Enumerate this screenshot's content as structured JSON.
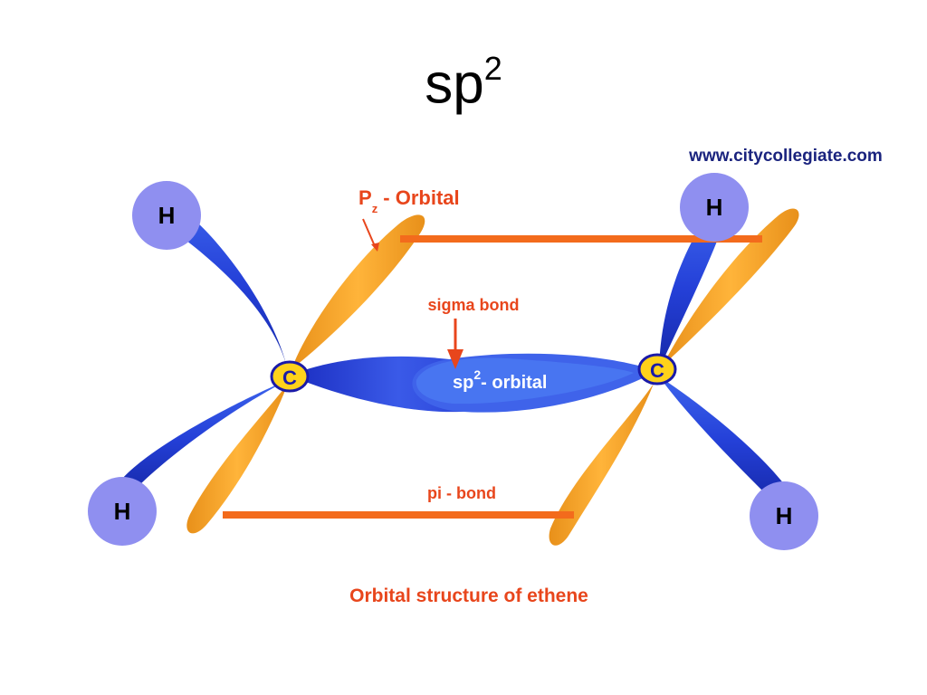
{
  "title": {
    "base": "sp",
    "superscript": "2"
  },
  "diagram": {
    "source": "www.citycollegiate.com",
    "caption": "Orbital structure of ethene",
    "labels": {
      "pz_main": "P",
      "pz_sub": "z",
      "pz_rest": " - Orbital",
      "sigma_bond": "sigma bond",
      "sp2_base": "sp",
      "sp2_sup": "2",
      "sp2_rest": "- orbital",
      "pi_bond": "pi - bond"
    },
    "atoms": {
      "hydrogen": "H",
      "carbon": "C"
    },
    "colors": {
      "sp2_lobe": "#2f3fd6",
      "p_lobe": "#f6a623",
      "bond_line": "#f36b1c",
      "label_red": "#e8461c",
      "hydrogen_fill": "#8f8ff0",
      "carbon_fill": "#ffd21a",
      "carbon_outline": "#1a1aa8",
      "source_text": "#1a237e"
    }
  }
}
